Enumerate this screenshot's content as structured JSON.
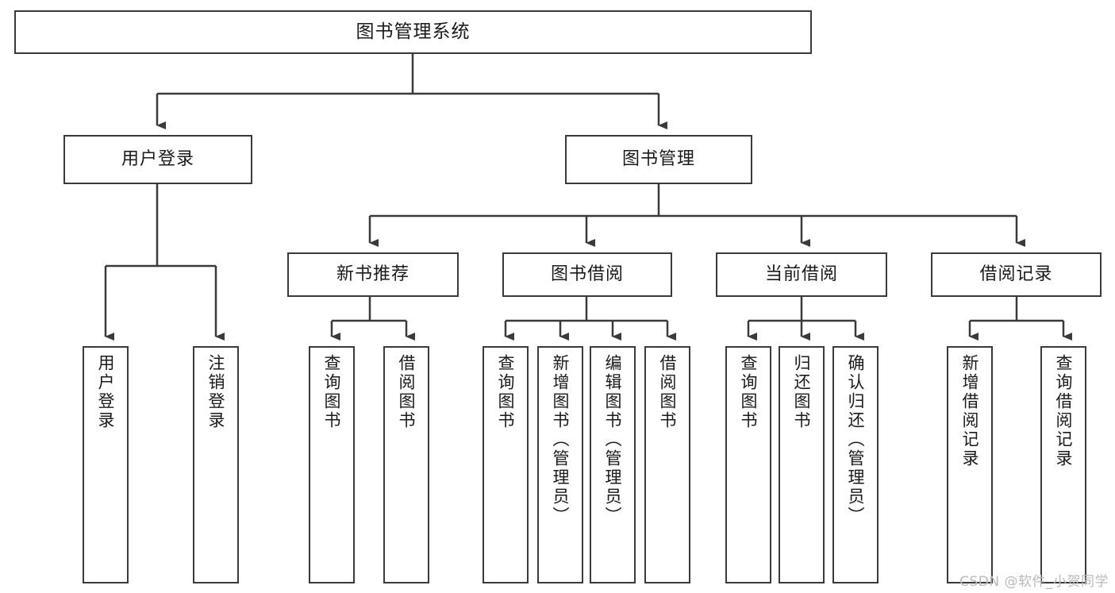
{
  "diagram": {
    "title": "图书管理系统",
    "type": "tree",
    "watermark": "CSDN @软件_小贺同学",
    "colors": {
      "stroke": "#3a3a3a",
      "fill": "#ffffff",
      "text": "#1a1a1a",
      "watermark": "#b9b9b9"
    },
    "nodes": {
      "root": {
        "label": "图书管理系统"
      },
      "level2": [
        {
          "label": "用户登录"
        },
        {
          "label": "图书管理"
        }
      ],
      "level3": [
        {
          "label": "新书推荐"
        },
        {
          "label": "图书借阅"
        },
        {
          "label": "当前借阅"
        },
        {
          "label": "借阅记录"
        }
      ],
      "leaves_user_login": [
        {
          "label": "用户登录"
        },
        {
          "label": "注销登录"
        }
      ],
      "leaves_new_books": [
        {
          "label": "查询图书"
        },
        {
          "label": "借阅图书"
        }
      ],
      "leaves_borrow": [
        {
          "label": "查询图书"
        },
        {
          "label": "新增图书（管理员）"
        },
        {
          "label": "编辑图书（管理员）"
        },
        {
          "label": "借阅图书"
        }
      ],
      "leaves_current": [
        {
          "label": "查询图书"
        },
        {
          "label": "归还图书"
        },
        {
          "label": "确认归还（管理员）"
        }
      ],
      "leaves_records": [
        {
          "label": "新增借阅记录"
        },
        {
          "label": "查询借阅记录"
        }
      ]
    }
  }
}
